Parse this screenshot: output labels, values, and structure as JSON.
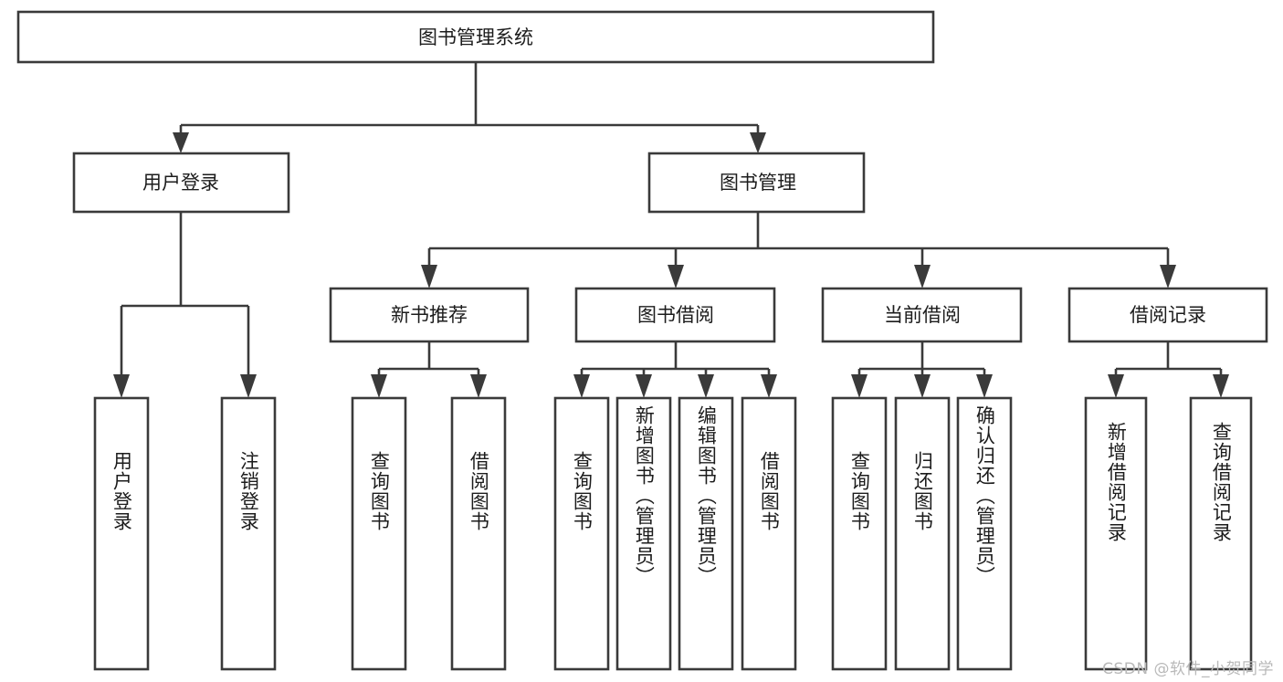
{
  "diagram": {
    "title": "图书管理系统",
    "type": "functional-decomposition-tree",
    "root": {
      "id": "root",
      "label": "图书管理系统",
      "orientation": "horizontal"
    },
    "level2": [
      {
        "id": "user-login",
        "label": "用户登录",
        "orientation": "horizontal"
      },
      {
        "id": "book-manage",
        "label": "图书管理",
        "orientation": "horizontal"
      }
    ],
    "level3": [
      {
        "id": "new-book-recommend",
        "label": "新书推荐",
        "orientation": "horizontal",
        "parent": "book-manage"
      },
      {
        "id": "book-borrow",
        "label": "图书借阅",
        "orientation": "horizontal",
        "parent": "book-manage"
      },
      {
        "id": "current-borrow",
        "label": "当前借阅",
        "orientation": "horizontal",
        "parent": "book-manage"
      },
      {
        "id": "borrow-record",
        "label": "借阅记录",
        "orientation": "horizontal",
        "parent": "book-manage"
      }
    ],
    "leaves": [
      {
        "id": "leaf-user-login",
        "label": "用户登录",
        "parent": "user-login",
        "orientation": "vertical"
      },
      {
        "id": "leaf-user-logout",
        "label": "注销登录",
        "parent": "user-login",
        "orientation": "vertical"
      },
      {
        "id": "leaf-query-book-1",
        "label": "查询图书",
        "parent": "new-book-recommend",
        "orientation": "vertical"
      },
      {
        "id": "leaf-borrow-book-1",
        "label": "借阅图书",
        "parent": "new-book-recommend",
        "orientation": "vertical"
      },
      {
        "id": "leaf-query-book-2",
        "label": "查询图书",
        "parent": "book-borrow",
        "orientation": "vertical"
      },
      {
        "id": "leaf-add-book",
        "label": "新增图书（管理员）",
        "parent": "book-borrow",
        "orientation": "vertical"
      },
      {
        "id": "leaf-edit-book",
        "label": "编辑图书（管理员）",
        "parent": "book-borrow",
        "orientation": "vertical"
      },
      {
        "id": "leaf-borrow-book-2",
        "label": "借阅图书",
        "parent": "book-borrow",
        "orientation": "vertical"
      },
      {
        "id": "leaf-query-book-3",
        "label": "查询图书",
        "parent": "current-borrow",
        "orientation": "vertical"
      },
      {
        "id": "leaf-return-book",
        "label": "归还图书",
        "parent": "current-borrow",
        "orientation": "vertical"
      },
      {
        "id": "leaf-confirm-return",
        "label": "确认归还（管理员）",
        "parent": "current-borrow",
        "orientation": "vertical"
      },
      {
        "id": "leaf-add-borrow-record",
        "label": "新增借阅记录",
        "parent": "borrow-record",
        "orientation": "vertical"
      },
      {
        "id": "leaf-query-borrow-record",
        "label": "查询借阅记录",
        "parent": "borrow-record",
        "orientation": "vertical"
      }
    ],
    "colors": {
      "stroke": "#3a3a3a",
      "fill": "#ffffff",
      "text": "#1c1c1c",
      "watermark": "#b9b9b9"
    }
  },
  "watermark": {
    "text": "CSDN @软件_小贺同学"
  }
}
